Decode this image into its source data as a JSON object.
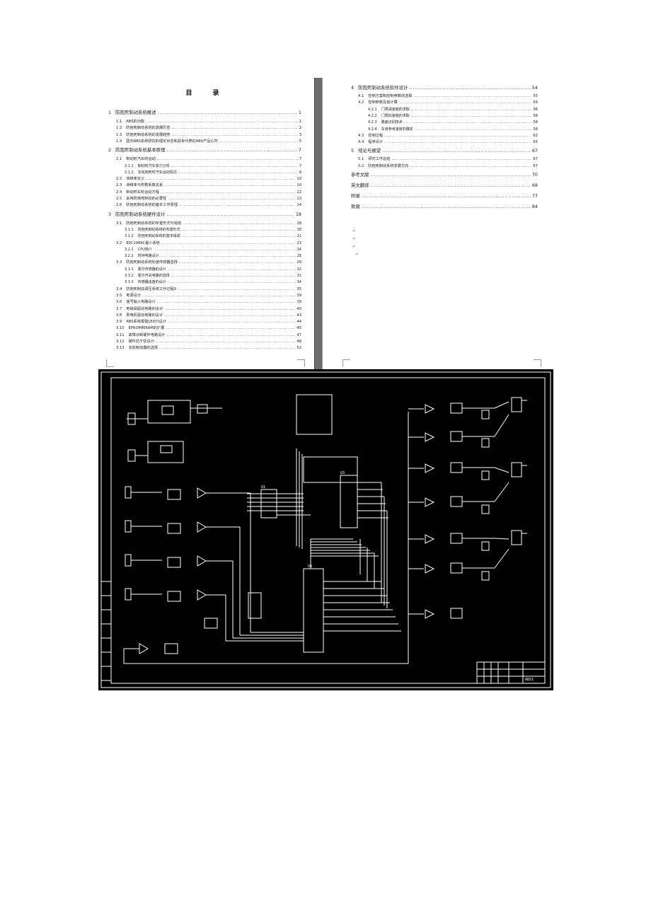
{
  "toc": {
    "title": "目　录",
    "left_entries": [
      {
        "num": "1",
        "title": "防抱死制动系统概述",
        "page": "1",
        "level": 1
      },
      {
        "num": "1.1",
        "title": "ABS的功能",
        "page": "1",
        "level": 2
      },
      {
        "num": "1.2",
        "title": "防抱死制动系统的发展历史",
        "page": "2",
        "level": 2
      },
      {
        "num": "1.3",
        "title": "防抱死制动系统的发展趋势",
        "page": "3",
        "level": 2
      },
      {
        "num": "1.4",
        "title": "国内ABS系统研究的理论状态和具有代表的ABS产品公司",
        "page": "5",
        "level": 2
      },
      {
        "num": "2",
        "title": "防抱死制动系统基本原理",
        "page": "7",
        "level": 1
      },
      {
        "num": "2.1",
        "title": "制动时汽车的运动",
        "page": "7",
        "level": 2
      },
      {
        "num": "2.1.1",
        "title": "制动时汽车受力分析",
        "page": "7",
        "level": 3
      },
      {
        "num": "2.1.2",
        "title": "车轮抱死时汽车运动情况",
        "page": "8",
        "level": 3
      },
      {
        "num": "2.2",
        "title": "滑移率定义",
        "page": "10",
        "level": 2
      },
      {
        "num": "2.3",
        "title": "滑移率与附着系数关系",
        "page": "10",
        "level": 2
      },
      {
        "num": "2.4",
        "title": "制动时车轮运动方程",
        "page": "12",
        "level": 2
      },
      {
        "num": "2.5",
        "title": "采用防抱死制动的必要性",
        "page": "13",
        "level": 2
      },
      {
        "num": "2.6",
        "title": "防抱死制动系统的基本工作原理",
        "page": "14",
        "level": 2
      },
      {
        "num": "3",
        "title": "防抱死制动系统硬件设计",
        "page": "18",
        "level": 1
      },
      {
        "num": "3.1",
        "title": "防抱死制动系统的布置形式与组成",
        "page": "18",
        "level": 2
      },
      {
        "num": "3.1.1",
        "title": "防抱死制动系统的布置形式",
        "page": "18",
        "level": 3
      },
      {
        "num": "3.1.2",
        "title": "防抱死制动系统的基本组成",
        "page": "21",
        "level": 3
      },
      {
        "num": "3.2",
        "title": "80C196KC最小系统",
        "page": "23",
        "level": 2
      },
      {
        "num": "3.2.1",
        "title": "CPU简介",
        "page": "24",
        "level": 3
      },
      {
        "num": "3.2.2",
        "title": "时钟电路设计",
        "page": "28",
        "level": 3
      },
      {
        "num": "3.3",
        "title": "防抱死制动系统轮速传感器选择",
        "page": "29",
        "level": 2
      },
      {
        "num": "3.3.1",
        "title": "霍尔传感器的设计",
        "page": "32",
        "level": 3
      },
      {
        "num": "3.3.2",
        "title": "霍尔开关电路的选择",
        "page": "32",
        "level": 3
      },
      {
        "num": "3.3.3",
        "title": "传感器齿盘的设计",
        "page": "34",
        "level": 3
      },
      {
        "num": "3.4",
        "title": "防抱死制动调压系统工作过程9",
        "page": "35",
        "level": 2
      },
      {
        "num": "3.5",
        "title": "电源设计",
        "page": "39",
        "level": 2
      },
      {
        "num": "3.6",
        "title": "信号输入电路设计",
        "page": "39",
        "level": 2
      },
      {
        "num": "3.7",
        "title": "电磁阀驱动电路的设计",
        "page": "40",
        "level": 2
      },
      {
        "num": "3.8",
        "title": "泵电机驱动电路的设计",
        "page": "43",
        "level": 2
      },
      {
        "num": "3.9",
        "title": "ABS系统报警LED灯设计",
        "page": "44",
        "level": 2
      },
      {
        "num": "3.10",
        "title": "EPROM和RAM的扩展",
        "page": "45",
        "level": 2
      },
      {
        "num": "3.11",
        "title": "故障诊断硬件电路设计",
        "page": "47",
        "level": 2
      },
      {
        "num": "3.12",
        "title": "硬件抗干扰设计",
        "page": "48",
        "level": 2
      },
      {
        "num": "3.13",
        "title": "车轮制动器的选择",
        "page": "52",
        "level": 2
      }
    ],
    "right_entries": [
      {
        "num": "4",
        "title": "防抱死制动系统软件设计",
        "page": "54",
        "level": 1
      },
      {
        "num": "4.1",
        "title": "控制方案和控制参数的选取",
        "page": "55",
        "level": 2
      },
      {
        "num": "4.2",
        "title": "控制参数及其计算",
        "page": "56",
        "level": 2
      },
      {
        "num": "4.2.1",
        "title": "门限减速度的求取",
        "page": "56",
        "level": 3
      },
      {
        "num": "4.2.2",
        "title": "门限加速度的求取",
        "page": "58",
        "level": 3
      },
      {
        "num": "4.2.3",
        "title": "路面识别技术",
        "page": "58",
        "level": 3
      },
      {
        "num": "4.2.4",
        "title": "车身参考速度的确定",
        "page": "58",
        "level": 3
      },
      {
        "num": "4.3",
        "title": "控制过程",
        "page": "62",
        "level": 2
      },
      {
        "num": "4.4",
        "title": "程序设计",
        "page": "65",
        "level": 2
      },
      {
        "num": "5",
        "title": "结论与展望",
        "page": "67",
        "level": 1
      },
      {
        "num": "5.1",
        "title": "研究工作总结",
        "page": "67",
        "level": 2
      },
      {
        "num": "5.2",
        "title": "防抱死制动系统发展方向",
        "page": "67",
        "level": 2
      },
      {
        "num": "",
        "title": "参考文献",
        "page": "70",
        "level": 1
      },
      {
        "num": "",
        "title": "英文翻译",
        "page": "68",
        "level": 1
      },
      {
        "num": "",
        "title": "附录",
        "page": "77",
        "level": 1
      },
      {
        "num": "",
        "title": "致谢",
        "page": "84",
        "level": 1
      }
    ]
  },
  "schematic": {
    "chips": [
      {
        "id": "cpu",
        "label": "U4"
      },
      {
        "id": "latch",
        "label": "U1"
      },
      {
        "id": "eprom",
        "label": "U3"
      }
    ],
    "title_block": {
      "name": "ABS1"
    },
    "colors": {
      "background": "#000000",
      "lines": "#ffffff"
    }
  }
}
